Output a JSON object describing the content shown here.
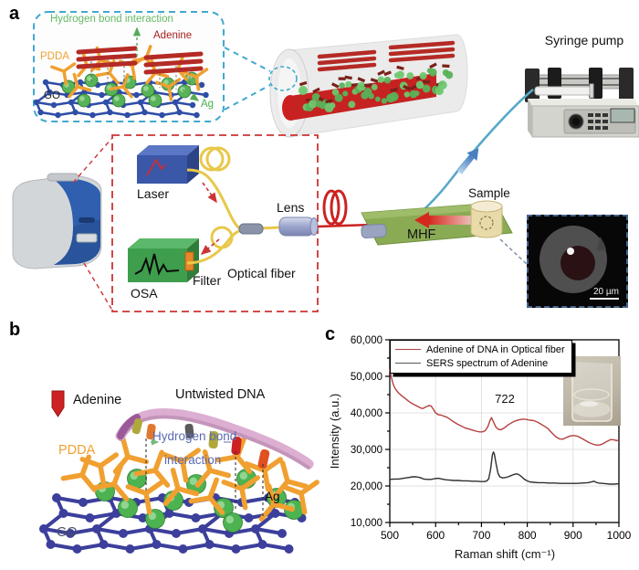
{
  "panels": {
    "a": "a",
    "b": "b",
    "c": "c"
  },
  "panel_a": {
    "inset": {
      "title": "Hydrogen bond interaction",
      "adenine": "Adenine",
      "pdda": "PDDA",
      "go": "GO",
      "ag": "Ag"
    },
    "syringe_pump_label": "Syringe pump",
    "laser_label": "Laser",
    "lens_label": "Lens",
    "osa_label": "OSA",
    "filter_label": "Filter",
    "optical_fiber_label": "Optical fiber",
    "mhf_label": "MHF",
    "sample_label": "Sample",
    "micrograph_scale_bar": "20 µm"
  },
  "panel_b": {
    "adenine_label": "Adenine",
    "untwisted_dna_label": "Untwisted DNA",
    "hbond_line1": "Hydrogen bond",
    "hbond_line2": "interaction",
    "pdda_label": "PDDA",
    "ag_label": "Ag",
    "go_label": "GO"
  },
  "colors": {
    "cyan_dash": "#3fa9d0",
    "red_dash": "#cc3333",
    "green_label": "#66bb66",
    "adenine_red": "#a52020",
    "pdda_orange": "#f0a030",
    "go_blue": "#3c3f9b",
    "hbond_blue": "#5a6ab0",
    "series_red": "#b5413f",
    "series_black": "#2f2f2f"
  },
  "chart_data": {
    "type": "line",
    "title": "",
    "xlabel": "Raman shift (cm⁻¹)",
    "ylabel": "Intensity (a.u.)",
    "xlim": [
      500,
      1000
    ],
    "ylim": [
      10000,
      60000
    ],
    "x_ticks": [
      500,
      600,
      700,
      800,
      900,
      1000
    ],
    "x_tick_labels": [
      "500",
      "600",
      "700",
      "800",
      "900",
      "1000"
    ],
    "y_ticks": [
      10000,
      20000,
      30000,
      40000,
      50000,
      60000
    ],
    "y_tick_labels": [
      "10,000",
      "20,000",
      "30,000",
      "40,000",
      "50,000",
      "60,000"
    ],
    "grid": true,
    "legend_position": "top-left",
    "annotation": {
      "text": "722",
      "x": 722,
      "y": 43500
    },
    "series": [
      {
        "name": "Adenine of DNA in Optical fiber",
        "color": "#b5413f",
        "points": [
          [
            500,
            52000
          ],
          [
            503,
            50000
          ],
          [
            507,
            48000
          ],
          [
            512,
            46600
          ],
          [
            518,
            45600
          ],
          [
            525,
            44800
          ],
          [
            532,
            44100
          ],
          [
            540,
            43300
          ],
          [
            548,
            42600
          ],
          [
            556,
            42100
          ],
          [
            562,
            41700
          ],
          [
            568,
            41300
          ],
          [
            572,
            41200
          ],
          [
            578,
            41600
          ],
          [
            585,
            42000
          ],
          [
            590,
            41900
          ],
          [
            595,
            41000
          ],
          [
            600,
            40000
          ],
          [
            606,
            39500
          ],
          [
            612,
            39400
          ],
          [
            618,
            39100
          ],
          [
            625,
            38800
          ],
          [
            632,
            38200
          ],
          [
            640,
            37500
          ],
          [
            648,
            36900
          ],
          [
            656,
            36400
          ],
          [
            664,
            35900
          ],
          [
            672,
            35600
          ],
          [
            680,
            35300
          ],
          [
            688,
            35000
          ],
          [
            696,
            34800
          ],
          [
            702,
            34800
          ],
          [
            708,
            35100
          ],
          [
            714,
            36200
          ],
          [
            719,
            38000
          ],
          [
            722,
            38700
          ],
          [
            726,
            37600
          ],
          [
            731,
            36200
          ],
          [
            737,
            35500
          ],
          [
            743,
            35400
          ],
          [
            750,
            35900
          ],
          [
            758,
            36700
          ],
          [
            766,
            37300
          ],
          [
            774,
            37800
          ],
          [
            782,
            38100
          ],
          [
            790,
            38300
          ],
          [
            798,
            38200
          ],
          [
            806,
            38000
          ],
          [
            814,
            37900
          ],
          [
            822,
            37500
          ],
          [
            830,
            36900
          ],
          [
            838,
            36300
          ],
          [
            846,
            35600
          ],
          [
            854,
            34500
          ],
          [
            862,
            33500
          ],
          [
            870,
            32900
          ],
          [
            878,
            32800
          ],
          [
            886,
            33300
          ],
          [
            894,
            33700
          ],
          [
            902,
            33800
          ],
          [
            910,
            33600
          ],
          [
            918,
            33100
          ],
          [
            926,
            32500
          ],
          [
            934,
            31900
          ],
          [
            942,
            31500
          ],
          [
            950,
            31200
          ],
          [
            958,
            31200
          ],
          [
            966,
            31600
          ],
          [
            974,
            32200
          ],
          [
            982,
            32700
          ],
          [
            990,
            32600
          ],
          [
            995,
            32400
          ],
          [
            1000,
            32600
          ]
        ]
      },
      {
        "name": "SERS spectrum of Adenine",
        "color": "#2f2f2f",
        "points": [
          [
            500,
            21800
          ],
          [
            510,
            21900
          ],
          [
            520,
            21900
          ],
          [
            530,
            22100
          ],
          [
            540,
            22300
          ],
          [
            550,
            22500
          ],
          [
            558,
            22500
          ],
          [
            566,
            22300
          ],
          [
            574,
            21900
          ],
          [
            582,
            21800
          ],
          [
            590,
            21800
          ],
          [
            598,
            22000
          ],
          [
            606,
            22100
          ],
          [
            614,
            21900
          ],
          [
            622,
            21700
          ],
          [
            630,
            21600
          ],
          [
            640,
            21500
          ],
          [
            650,
            21500
          ],
          [
            660,
            21400
          ],
          [
            670,
            21400
          ],
          [
            680,
            21300
          ],
          [
            690,
            21300
          ],
          [
            700,
            21200
          ],
          [
            706,
            21200
          ],
          [
            712,
            21400
          ],
          [
            716,
            22000
          ],
          [
            720,
            24500
          ],
          [
            724,
            28500
          ],
          [
            726,
            29300
          ],
          [
            728,
            28800
          ],
          [
            732,
            26000
          ],
          [
            736,
            23500
          ],
          [
            740,
            22500
          ],
          [
            746,
            22200
          ],
          [
            752,
            22300
          ],
          [
            758,
            22500
          ],
          [
            764,
            22800
          ],
          [
            770,
            23100
          ],
          [
            776,
            23300
          ],
          [
            780,
            23200
          ],
          [
            786,
            22700
          ],
          [
            792,
            22000
          ],
          [
            798,
            21500
          ],
          [
            806,
            21100
          ],
          [
            814,
            21000
          ],
          [
            824,
            20900
          ],
          [
            836,
            20900
          ],
          [
            848,
            20800
          ],
          [
            860,
            20800
          ],
          [
            872,
            20700
          ],
          [
            884,
            20700
          ],
          [
            896,
            20700
          ],
          [
            908,
            20700
          ],
          [
            920,
            20800
          ],
          [
            932,
            20900
          ],
          [
            940,
            21100
          ],
          [
            946,
            21300
          ],
          [
            950,
            21000
          ],
          [
            956,
            20800
          ],
          [
            964,
            20700
          ],
          [
            972,
            20600
          ],
          [
            980,
            20500
          ],
          [
            990,
            20500
          ],
          [
            1000,
            20600
          ]
        ]
      }
    ]
  }
}
